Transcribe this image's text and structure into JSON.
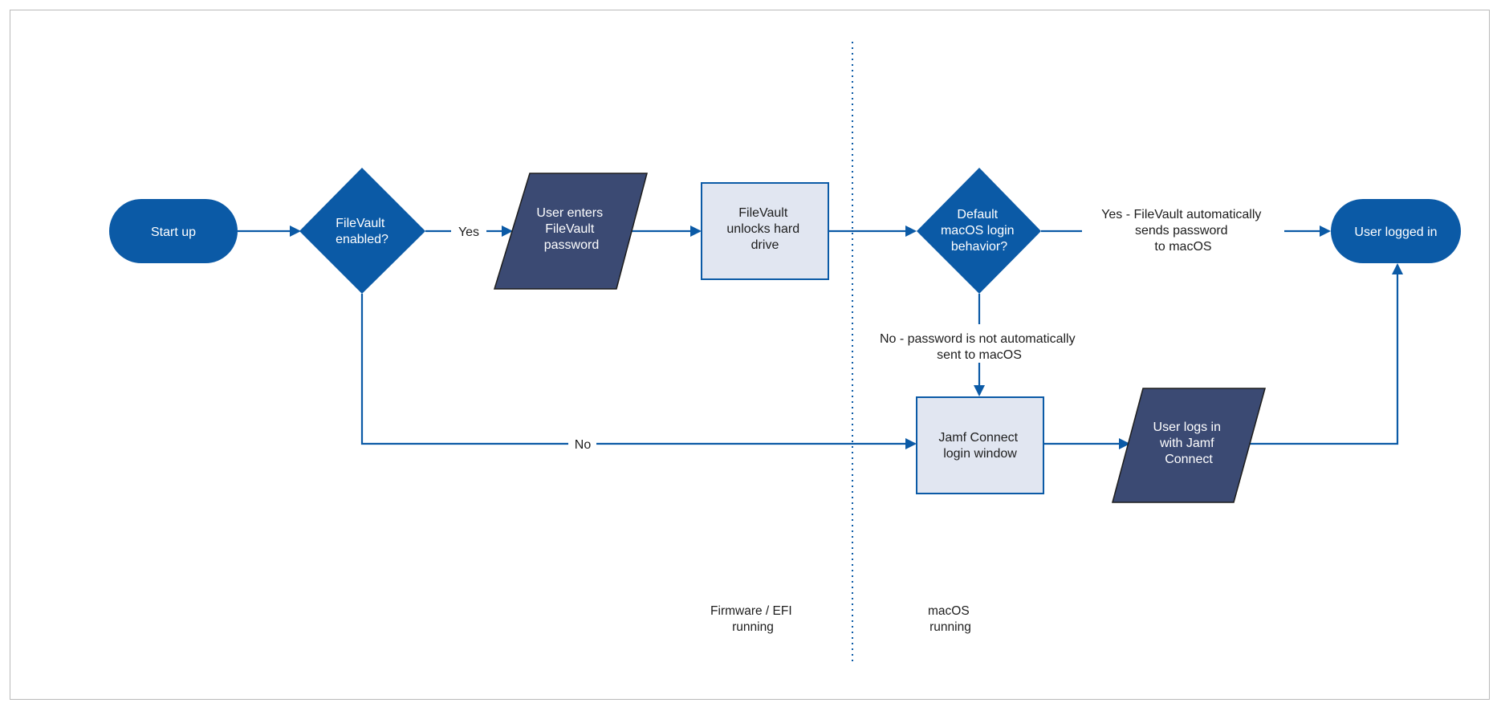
{
  "colors": {
    "primary": "#0b5aa6",
    "parallelogram": "#3b4a73",
    "process_fill": "#e1e6f1",
    "process_stroke": "#0b5aa6",
    "line": "#0b5aa6",
    "text_light": "#ffffff",
    "text_dark": "#1d1d1d"
  },
  "nodes": {
    "start_up": {
      "lines": [
        "Start up"
      ]
    },
    "filevault_enabled": {
      "lines": [
        "FileVault",
        "enabled?"
      ]
    },
    "user_enters_password": {
      "lines": [
        "User enters",
        "FileVault",
        "password"
      ]
    },
    "filevault_unlocks": {
      "lines": [
        "FileVault",
        "unlocks hard",
        "drive"
      ]
    },
    "default_macos_login": {
      "lines": [
        "Default",
        "macOS login",
        "behavior?"
      ]
    },
    "user_logged_in": {
      "lines": [
        "User logged in"
      ]
    },
    "jamf_connect_window": {
      "lines": [
        "Jamf Connect",
        "login window"
      ]
    },
    "user_logs_in_jamf": {
      "lines": [
        "User logs in",
        "with Jamf",
        "Connect"
      ]
    }
  },
  "edges": {
    "yes_label": "Yes",
    "no_label": "No",
    "yes_auto_label": [
      "Yes - FileVault automatically",
      "sends password",
      "to macOS"
    ],
    "no_auto_label": [
      "No - password is not automatically",
      "sent to macOS"
    ]
  },
  "zones": {
    "firmware": [
      "Firmware / EFI",
      "running"
    ],
    "macos": [
      "macOS",
      "running"
    ]
  },
  "icons": {
    "arrowhead": "arrowhead-icon"
  }
}
